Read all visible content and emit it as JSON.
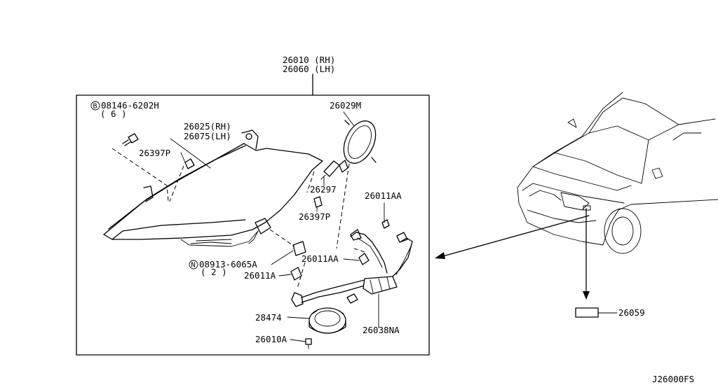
{
  "labels": {
    "assembly_rh": "26010 (RH)",
    "assembly_lh": "26060 (LH)",
    "bolt_part": "08146-6202H",
    "bolt_qty": "( 6 )",
    "bolt_prefix": "B",
    "lens_rh": "26025(RH)",
    "lens_lh": "26075(LH)",
    "cap_a": "26397P",
    "retainer": "26029M",
    "bulb": "26297",
    "cap_b": "26397P",
    "bulb_aa_top": "26011AA",
    "nut_part": "08913-6065A",
    "nut_prefix": "N",
    "nut_qty": "( 2 )",
    "bulb_aa_mid": "26011AA",
    "bulb_a": "26011A",
    "ballast": "28474",
    "harness": "26038NA",
    "screw": "26010A",
    "car_label": "26059",
    "diagram_code": "J26000FS"
  }
}
